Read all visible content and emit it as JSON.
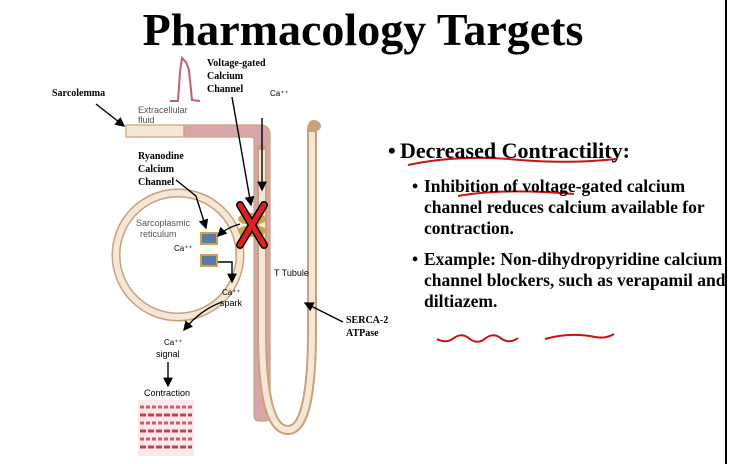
{
  "slide": {
    "title": "Pharmacology Targets",
    "bullet_main": "Decreased Contractility:",
    "sub_bullets": [
      "Inhibition of voltage-gated calcium channel reduces calcium available for contraction.",
      "Example: Non-dihydropyridine calcium channel blockers, such as verapamil and diltiazem."
    ]
  },
  "diagram": {
    "labels": {
      "sarcolemma": "Sarcolemma",
      "voltage_gated_1": "Voltage-gated",
      "voltage_gated_2": "Calcium",
      "voltage_gated_3": "Channel",
      "ca_top": "Ca⁺⁺",
      "extracellular_1": "Extracellular",
      "extracellular_2": "fluid",
      "ryanodine_1": "Ryanodine",
      "ryanodine_2": "Calcium",
      "ryanodine_3": "Channel",
      "sr_1": "Sarcoplasmic",
      "sr_2": "reticulum",
      "ca_sr": "Ca⁺⁺",
      "t_tubule": "T Tubule",
      "ca_spark_1": "Ca⁺⁺",
      "ca_spark_2": "spark",
      "ca_signal_1": "Ca⁺⁺",
      "ca_signal_2": "signal",
      "contraction": "Contraction",
      "serca_1": "SERCA-2",
      "serca_2": "ATPase"
    },
    "colors": {
      "membrane_fill": "#f6e6d6",
      "membrane_stroke": "#c7a27a",
      "pink_fill": "#d8a6a8",
      "trace": "#c06070",
      "channel_blue": "#5b79a8",
      "channel_gold": "#cfa24a",
      "block_x": "#e02020",
      "annotation_red": "#cc1111"
    }
  }
}
